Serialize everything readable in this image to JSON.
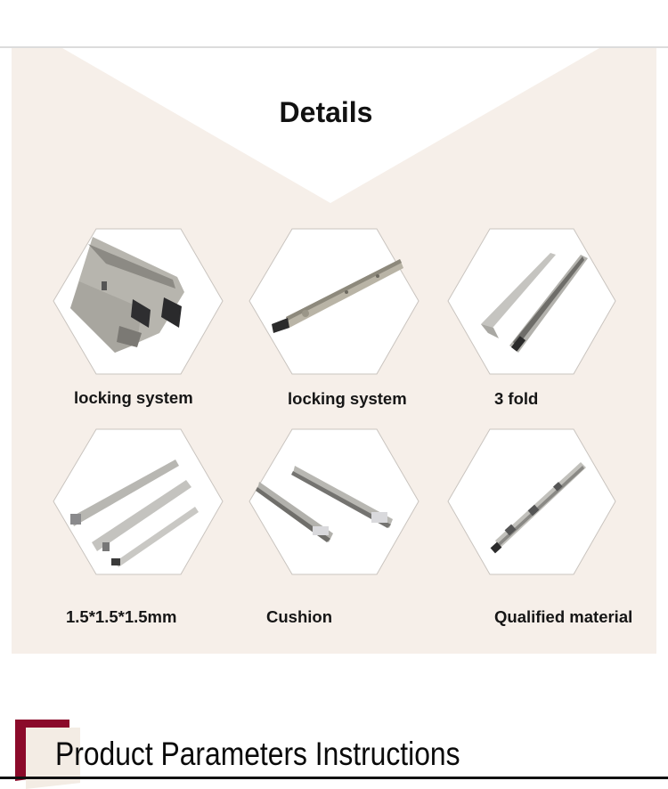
{
  "details": {
    "title": "Details"
  },
  "features": [
    {
      "label": "locking system",
      "image": "drawer-slide-locking-closeup"
    },
    {
      "label": "locking system",
      "image": "drawer-slide-single-rail"
    },
    {
      "label": "3 fold",
      "image": "drawer-slide-pair-3fold"
    },
    {
      "label": "1.5*1.5*1.5mm",
      "image": "drawer-slide-exploded-rails"
    },
    {
      "label": "Cushion",
      "image": "drawer-slide-pair-cushion"
    },
    {
      "label": "Qualified material",
      "image": "drawer-slide-single-qualified"
    }
  ],
  "params_section": {
    "title": "Product Parameters Instructions"
  },
  "colors": {
    "panel": "#f6efe9",
    "accent_red": "#8b0a2a",
    "hex_border": "#c9c4bf"
  }
}
